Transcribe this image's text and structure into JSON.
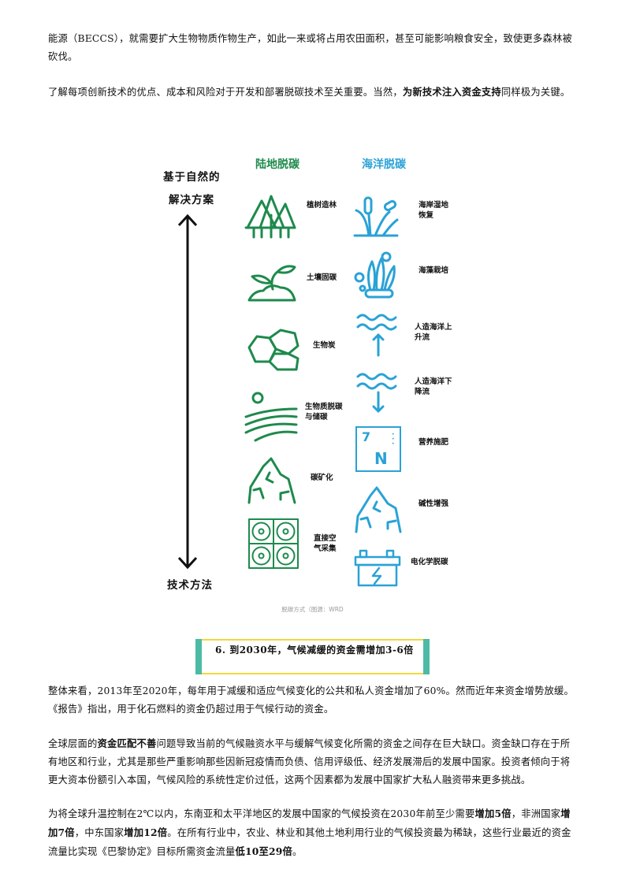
{
  "paragraphs": {
    "p1": "能源（BECCS），就需要扩大生物物质作物生产，如此一来或将占用农田面积，甚至可能影响粮食安全，致使更多森林被砍伐。",
    "p2_a": "了解每项创新技术的优点、成本和风险对于开发和部署脱碳技术至关重要。当然，",
    "p2_b": "为新技术注入资金支持",
    "p2_c": "同样极为关键。",
    "p3": "整体来看，2013年至2020年，每年用于减缓和适应气候变化的公共和私人资金增加了60%。然而近年来资金增势放缓。《报告》指出，用于化石燃料的资金仍超过用于气候行动的资金。",
    "p4_a": "全球层面的",
    "p4_b": "资金匹配不善",
    "p4_c": "问题导致当前的气候融资水平与缓解气候变化所需的资金之间存在巨大缺口。资金缺口存在于所有地区和行业，尤其是那些严重影响那些因新冠疫情而负债、信用评级低、经济发展滞后的发展中国家。投资者倾向于将更大资本份额引入本国，气候风险的系统性定价过低，这两个因素都为发展中国家扩大私人融资带来更多挑战。",
    "p5_a": "为将全球升温控制在2℃以内，东南亚和太平洋地区的发展中国家的气候投资在2030年前至少需要",
    "p5_b": "增加5倍",
    "p5_c": "，非洲国家",
    "p5_d": "增加7倍",
    "p5_e": "，中东国家",
    "p5_f": "增加12倍",
    "p5_g": "。在所有行业中，农业、林业和其他土地利用行业的气候投资最为稀缺，这些行业最近的资金流量比实现《巴黎协定》目标所需资金流量",
    "p5_h": "低10至29倍",
    "p5_i": "。"
  },
  "figure": {
    "land_title": "陆地脱碳",
    "ocean_title": "海洋脱碳",
    "axis_top_1": "基于自然的",
    "axis_top_2": "解决方案",
    "axis_bottom": "技术方法",
    "land_items": [
      "植树造林",
      "土壤固碳",
      "生物炭",
      "生物质脱碳与储碳",
      "碳矿化",
      "直接空气采集"
    ],
    "ocean_items": [
      "海岸湿地恢复",
      "海藻栽培",
      "人造海洋上升流",
      "人造海洋下降流",
      "营养施肥",
      "碱性增强",
      "电化学脱碳"
    ],
    "nitrogen_number": "7",
    "nitrogen_symbol": "N",
    "caption": "脱碳方式（图源：WRD",
    "colors": {
      "land": "#1e8a4c",
      "ocean": "#2aa2d6"
    }
  },
  "section_heading": "6. 到2030年，气候减缓的资金需增加3-6倍",
  "colors": {
    "heading_bar": "#4dbaa5",
    "heading_border": "#f2d93a"
  }
}
